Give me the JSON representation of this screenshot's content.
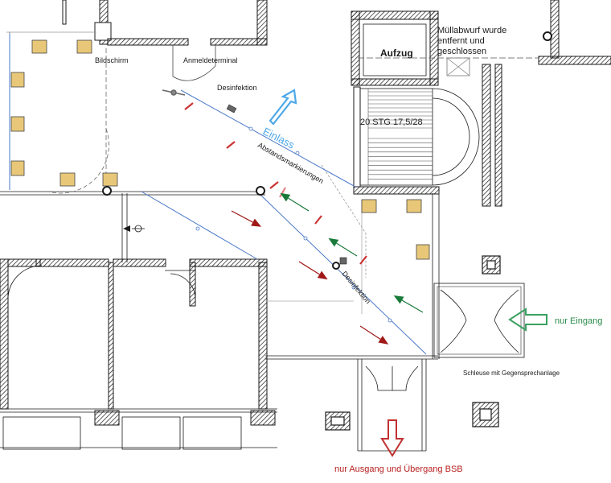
{
  "labels": {
    "bildschirm": "Bildschirm",
    "anmeldeterminal": "Anmeldeterminal",
    "desinfektion_top": "Desinfektion",
    "einlass": "Einlass",
    "abstandsmarkierungen": "Abstandsmarkierungen",
    "desinfektion_mid": "Desinfektion",
    "aufzug": "Aufzug",
    "muell_line1": "Müllabwurf wurde",
    "muell_line2": "entfernt und",
    "muell_line3": "geschlossen",
    "stairs": "20 STG 17,5/28",
    "nur_eingang": "nur Eingang",
    "schleuse": "Schleuse mit Gegensprechanlage",
    "nur_ausgang": "nur Ausgang und Übergang BSB"
  },
  "colors": {
    "wall": "#1a1a1a",
    "path_line": "#4a78c8",
    "einlass": "#4fa8e8",
    "exit_arrow": "#a01818",
    "entry_arrow": "#1a7a3a",
    "nur_eingang_arrow": "#3aa060",
    "nur_eingang_text": "#2a8a4a",
    "nur_ausgang_arrow": "#c03030",
    "nur_ausgang_text": "#b82020",
    "marker": "#cc3333",
    "chair": "#e8c878"
  },
  "icons": {
    "einlass_arrow": "arrow-up-right-outline-icon",
    "nur_eingang_arrow": "arrow-left-outline-icon",
    "nur_ausgang_arrow": "arrow-down-outline-icon"
  }
}
